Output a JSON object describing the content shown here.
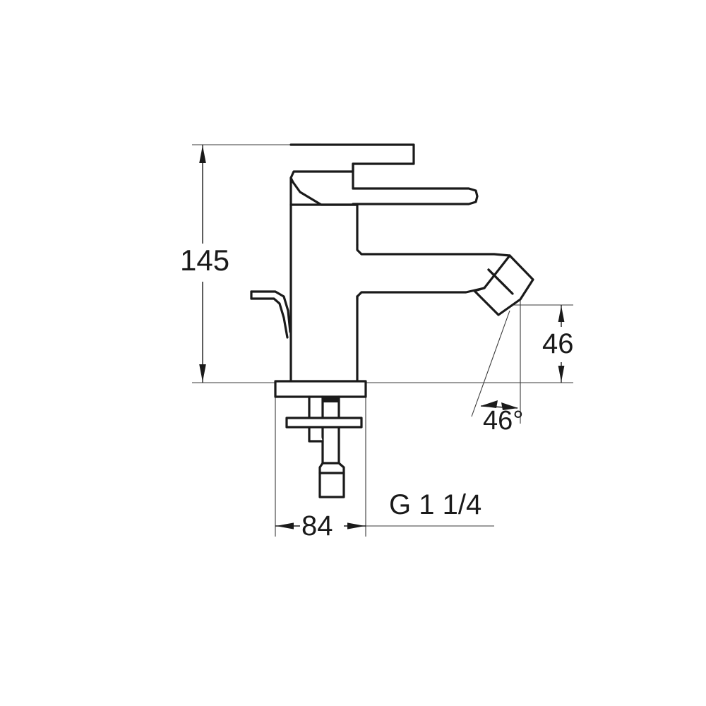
{
  "drawing": {
    "title": "Bidet mixer tap dimensional drawing",
    "subject": "single-lever bidet mixer with pop-up waste lever and swivel aerator",
    "view": "side elevation",
    "units": "mm",
    "line_color": "#1a1a1a",
    "thin_line_color": "#3a3a3a",
    "background_color": "#ffffff"
  },
  "dimensions": {
    "height": {
      "label": "145",
      "name": "overall-height",
      "units": "mm",
      "orientation": "vertical",
      "from": "top of lever handle",
      "to": "mounting surface / base plate top"
    },
    "aerator_offset": {
      "label": "46",
      "name": "aerator-outlet-height",
      "units": "mm",
      "orientation": "vertical",
      "from": "aerator outlet face",
      "to": "mounting surface"
    },
    "angle": {
      "label": "46°",
      "name": "aerator-angle",
      "units": "degrees",
      "value": 46,
      "orientation": "angular",
      "description": "aerator tilt from vertical"
    },
    "depth": {
      "label": "84",
      "name": "base-depth",
      "units": "mm",
      "orientation": "horizontal",
      "from": "base plate rear edge",
      "to": "base plate front edge"
    },
    "thread": {
      "label": "G 1 1/4",
      "name": "waste-thread-size",
      "description": "pop-up waste connection thread designation"
    }
  }
}
